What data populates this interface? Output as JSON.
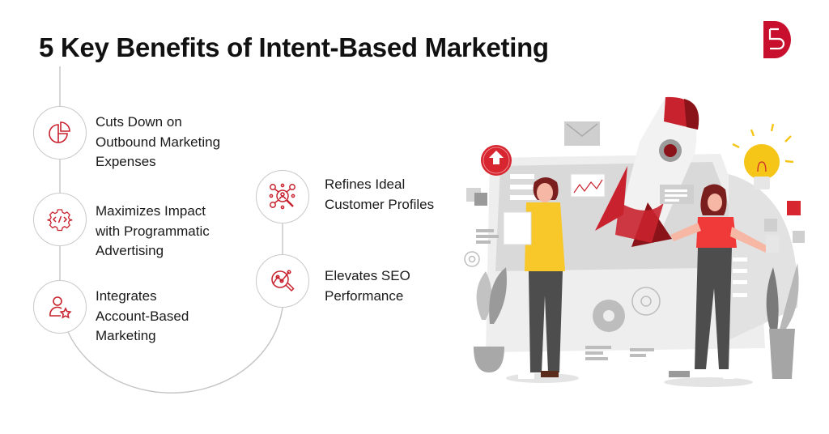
{
  "header": {
    "title": "5 Key Benefits of Intent-Based Marketing",
    "logo": "brand-logo-d5"
  },
  "theme": {
    "accent": "#c8102e",
    "icon_stroke": "#c8222e",
    "connector": "#c4c4c4",
    "text": "#1a1a1a"
  },
  "benefits": [
    {
      "icon": "pie-chart-icon",
      "lines": [
        "Cuts Down on",
        "Outbound Marketing",
        "Expenses"
      ]
    },
    {
      "icon": "code-gear-icon",
      "lines": [
        "Maximizes Impact",
        "with Programmatic",
        "Advertising"
      ]
    },
    {
      "icon": "user-star-icon",
      "lines": [
        "Integrates",
        "Account-Based",
        "Marketing"
      ]
    },
    {
      "icon": "network-search-icon",
      "lines": [
        "Refines Ideal",
        "Customer Profiles"
      ]
    },
    {
      "icon": "seo-analytics-icon",
      "lines": [
        "Elevates SEO",
        "Performance"
      ]
    }
  ],
  "illustration": {
    "description": "Two people presenting in front of a board with a rocket launching, lightbulb, gears, envelope and chart"
  }
}
